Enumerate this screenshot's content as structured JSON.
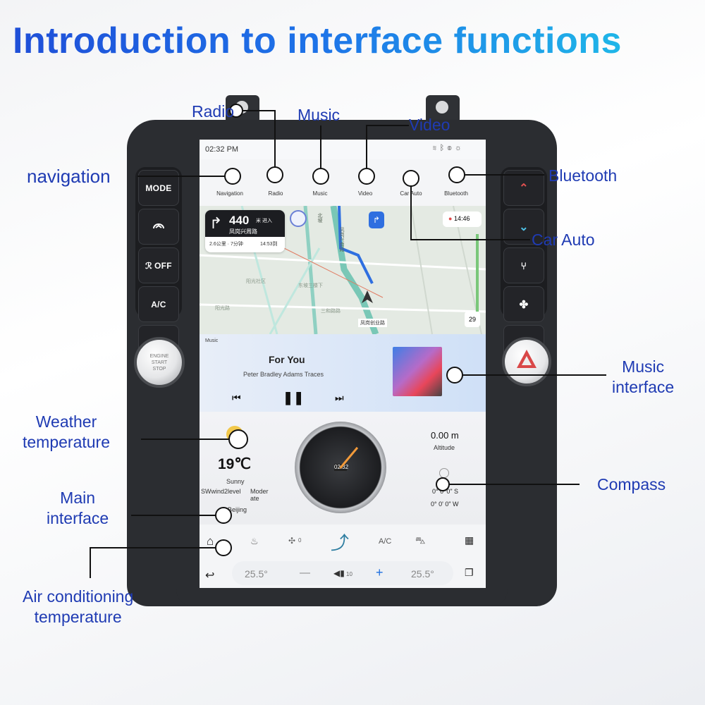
{
  "title": "Introduction to interface functions",
  "labels": {
    "radio": "Radio",
    "music": "Music",
    "video": "Video",
    "navigation": "navigation",
    "bluetooth": "Bluetooth",
    "car_auto": "Car Auto",
    "music_interface": "Music\ninterface",
    "weather_temperature": "Weather\ntemperature",
    "compass": "Compass",
    "main_interface": "Main\ninterface",
    "air_conditioning_temperature": "Air conditioning\ntemperature"
  },
  "controls": {
    "left": [
      "MODE",
      "",
      "OFF",
      "A/C",
      ""
    ],
    "start_button": [
      "ENGINE",
      "START",
      "STOP"
    ]
  },
  "screen": {
    "status_time": "02:32 PM",
    "apps": [
      "Navigation",
      "Radio",
      "Music",
      "Video",
      "Car Auto",
      "Bluetooth"
    ],
    "nav": {
      "distance": "440",
      "unit": "米 进入",
      "road": "凤岗兴周路",
      "remaining": "2.6公里 · 7分钟",
      "eta": "14:53到",
      "clock": "14:46",
      "speed_limit": "29",
      "map_places": [
        "北坡",
        "凤岗兴南路",
        "阳光社区",
        "东坡三楼下",
        "阳光路",
        "三和路路",
        "凤岗创业路"
      ]
    },
    "music": {
      "header": "Music",
      "title": "For You",
      "artist": "Peter Bradley Adams  Traces"
    },
    "weather": {
      "temp": "19℃",
      "cond": "Sunny",
      "wind": "SWwind2level",
      "wind_desc": "Moder\nate",
      "city": "Beijing"
    },
    "clock": {
      "time": "02:32"
    },
    "compass": {
      "altitude_value": "0.00 m",
      "altitude_label": "Altitude",
      "lat": "0° 0' 0\"  S",
      "lon": "0° 0' 0\"  W"
    },
    "dock": {
      "ac": "A/C",
      "fan_level": "0",
      "temp_left": "25.5°",
      "temp_right": "25.5°",
      "volume": "10",
      "minus": "—",
      "plus": "+"
    }
  },
  "colors": {
    "label_blue": "#1f3bb3",
    "title_start": "#1f4fd8",
    "title_end": "#1fb6e8"
  }
}
